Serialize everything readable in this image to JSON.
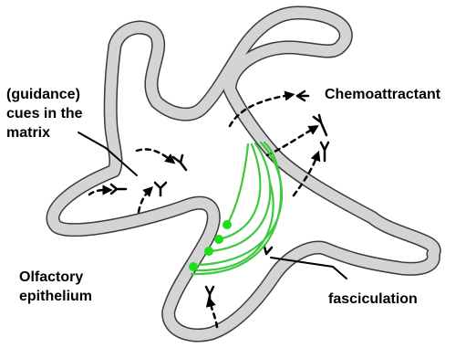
{
  "colors": {
    "background": "#ffffff",
    "tissue_fill": "#d4d4d4",
    "tissue_outline": "#3a3a3a",
    "axon": "#3ec83e",
    "neuron": "#19e019",
    "ink": "#000000"
  },
  "icons": {
    "receptor": "receptor-y-icon",
    "arrow": "arrowhead-icon",
    "neuron": "neuron-dot-icon"
  },
  "labels": {
    "chemoattractant": "Chemoattractant",
    "cues": [
      "(guidance)",
      "cues in the",
      "matrix"
    ],
    "olfactory": [
      "Olfactory",
      "epithelium"
    ],
    "fasciculation": "fasciculation"
  }
}
